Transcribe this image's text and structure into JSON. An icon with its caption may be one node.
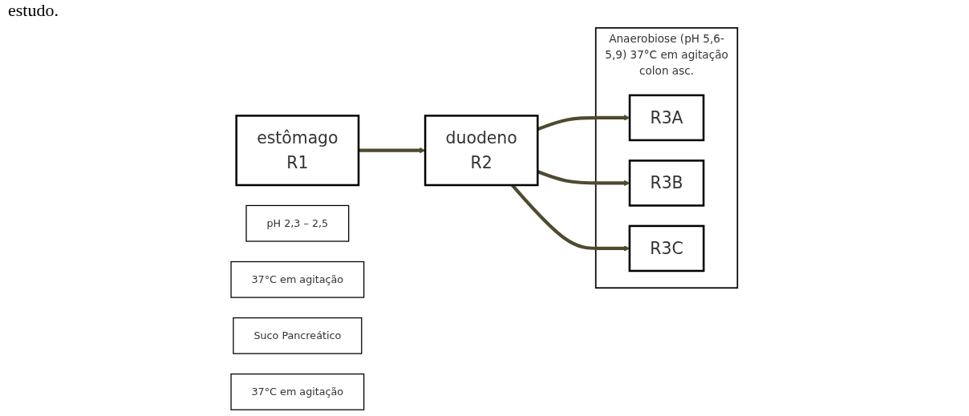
{
  "diagram": {
    "nodes": [
      {
        "text": [
          "estômago",
          "R1"
        ]
      },
      {
        "text": [
          "pH 2,3 – 2,5"
        ]
      },
      {
        "text": [
          "37°C em agitação"
        ]
      },
      {
        "text": [
          "duodeno",
          "R2"
        ]
      },
      {
        "text": [
          "Suco Pancreático"
        ]
      },
      {
        "text": [
          "37°C em agitação"
        ]
      },
      {
        "text": [
          "Anaerobiose (pH 5,6-5,9) 37°C em agitação",
          "colon asc."
        ]
      },
      {
        "text": [
          "R3A"
        ],
        "in": 6
      },
      {
        "text": [
          "R3B"
        ],
        "in": 6
      },
      {
        "text": [
          "R3C"
        ],
        "in": 6
      }
    ],
    "edges": [
      {
        "from": 0,
        "to": 3,
        "arrow": "to"
      },
      {
        "from": 3,
        "to": 7,
        "arrow": "to"
      },
      {
        "from": 3,
        "to": 8,
        "arrow": "to"
      },
      {
        "from": 3,
        "to": 9,
        "arrow": "to"
      }
    ],
    "labels": [
      "estudo."
    ]
  }
}
